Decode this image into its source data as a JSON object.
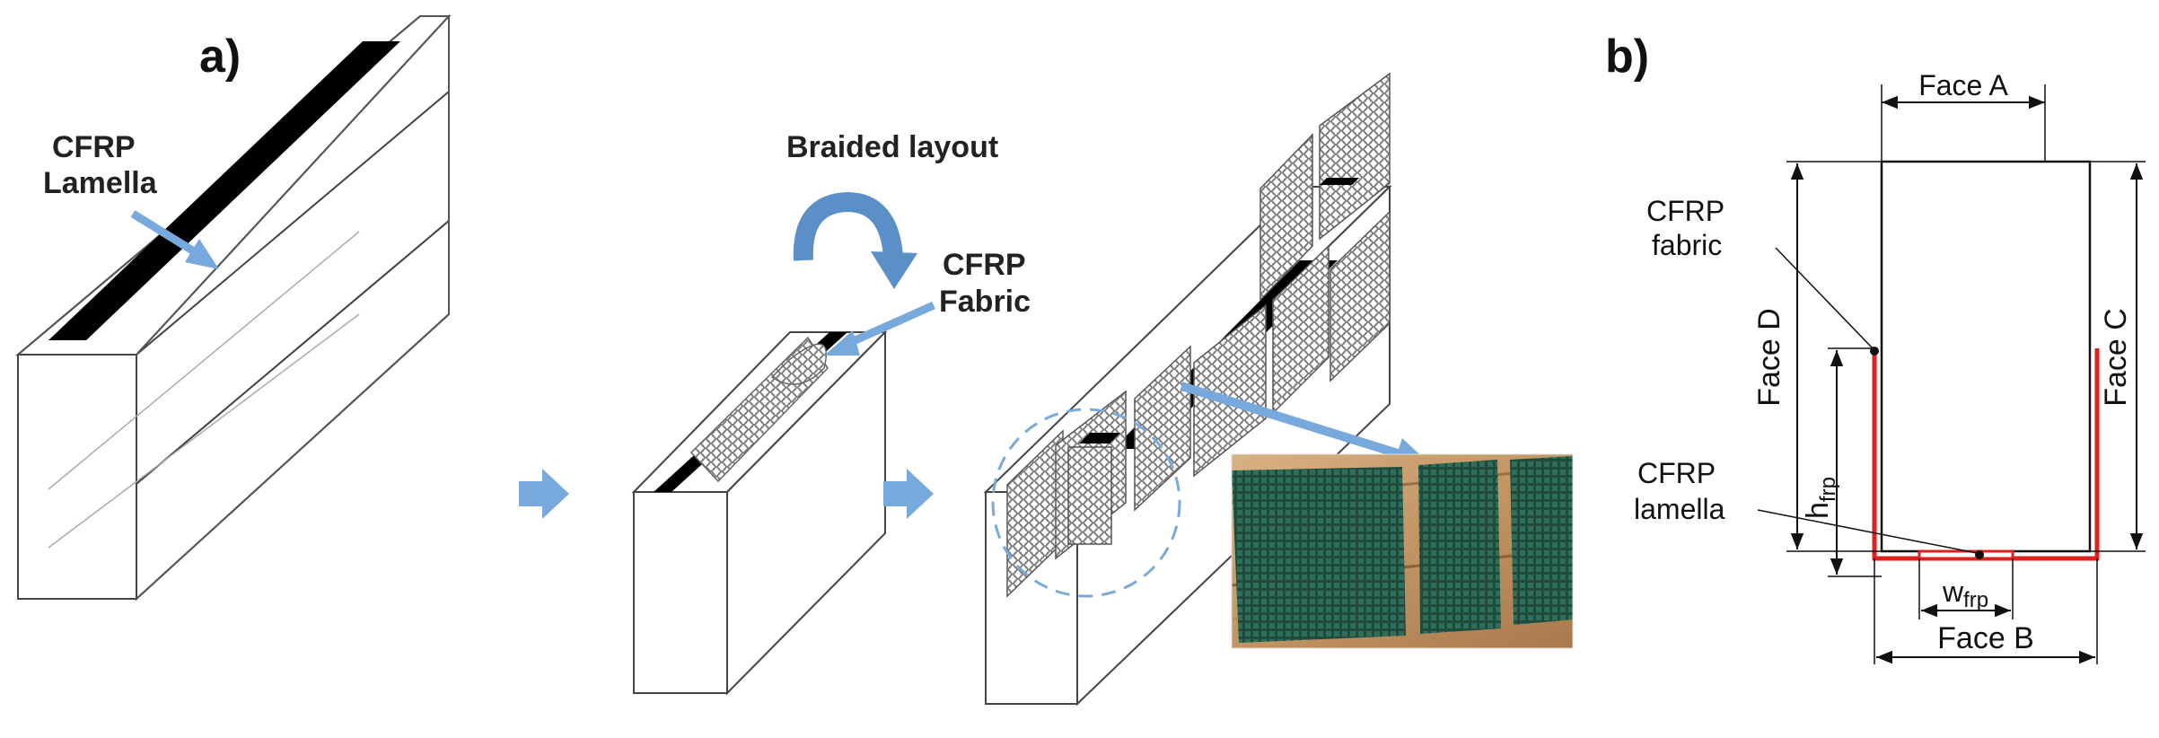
{
  "panel_a": {
    "label": "a)",
    "lamella_label_line1": "CFRP",
    "lamella_label_line2": "Lamella",
    "braided_layout": "Braided layout",
    "fabric_label_line1": "CFRP",
    "fabric_label_line2": "Fabric"
  },
  "panel_b": {
    "label": "b)",
    "face_a": "Face A",
    "face_b": "Face B",
    "face_c": "Face C",
    "face_d": "Face D",
    "fabric_label_line1": "CFRP",
    "fabric_label_line2": "fabric",
    "lamella_label_line1": "CFRP",
    "lamella_label_line2": "lamella",
    "h_main": "h",
    "h_sub": "frp",
    "w_main": "w",
    "w_sub": "frp"
  },
  "colors": {
    "arrow_blue": "#78a9dc",
    "cfrp_red": "#e0201c",
    "lamella_black": "#000000",
    "outline": "#444444"
  }
}
